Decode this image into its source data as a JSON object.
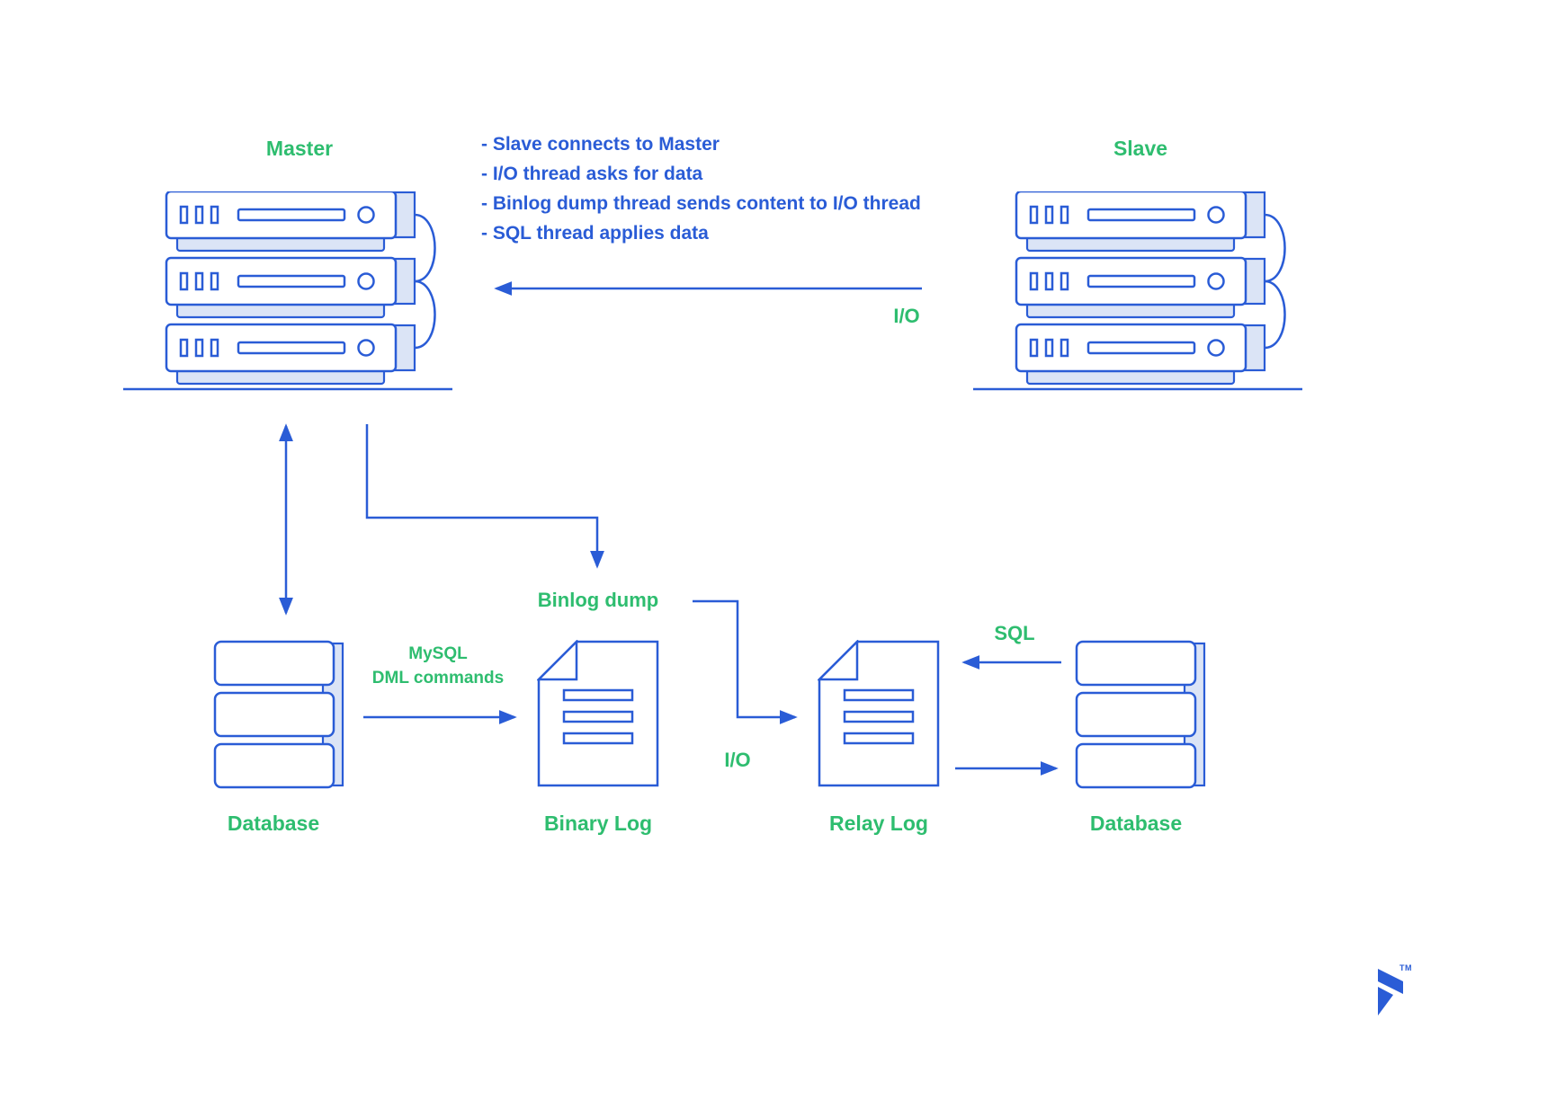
{
  "colors": {
    "blue": "#2A5CD6",
    "green": "#2EBD6F",
    "light_fill": "#DBE4F6",
    "background": "#FFFFFF"
  },
  "diagram": {
    "master_label": "Master",
    "slave_label": "Slave",
    "notes": [
      "- Slave connects to Master",
      "- I/O thread asks for data",
      "- Binlog dump thread sends content to I/O thread",
      "- SQL thread applies data"
    ],
    "io_top_label": "I/O",
    "binlog_dump_label": "Binlog dump",
    "mysql_dml_label_line1": "MySQL",
    "mysql_dml_label_line2": "DML commands",
    "io_mid_label": "I/O",
    "sql_label": "SQL",
    "database_left_label": "Database",
    "binary_log_label": "Binary Log",
    "relay_log_label": "Relay Log",
    "database_right_label": "Database",
    "trademark": "TM"
  }
}
